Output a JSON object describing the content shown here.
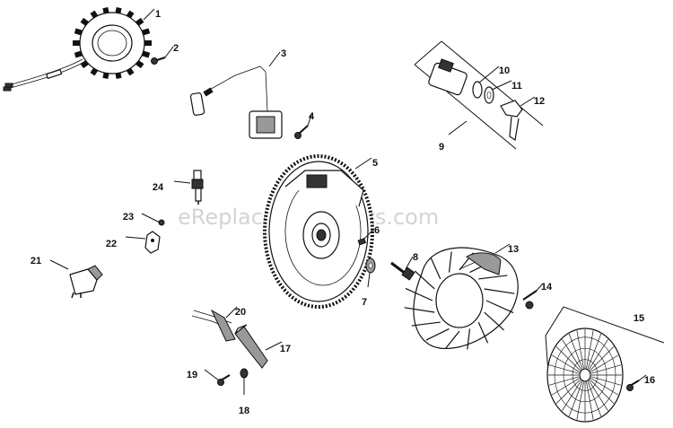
{
  "watermark": "eReplacementParts.com",
  "parts": [
    {
      "id": "1",
      "label": "1"
    },
    {
      "id": "2",
      "label": "2"
    },
    {
      "id": "3",
      "label": "3"
    },
    {
      "id": "4",
      "label": "4"
    },
    {
      "id": "5",
      "label": "5"
    },
    {
      "id": "6",
      "label": "6"
    },
    {
      "id": "7",
      "label": "7"
    },
    {
      "id": "8",
      "label": "8"
    },
    {
      "id": "9",
      "label": "9"
    },
    {
      "id": "10",
      "label": "10"
    },
    {
      "id": "11",
      "label": "11"
    },
    {
      "id": "12",
      "label": "12"
    },
    {
      "id": "13",
      "label": "13"
    },
    {
      "id": "14",
      "label": "14"
    },
    {
      "id": "15",
      "label": "15"
    },
    {
      "id": "16",
      "label": "16"
    },
    {
      "id": "17",
      "label": "17"
    },
    {
      "id": "18",
      "label": "18"
    },
    {
      "id": "19",
      "label": "19"
    },
    {
      "id": "20",
      "label": "20"
    },
    {
      "id": "21",
      "label": "21"
    },
    {
      "id": "22",
      "label": "22"
    },
    {
      "id": "23",
      "label": "23"
    },
    {
      "id": "24",
      "label": "24"
    }
  ]
}
